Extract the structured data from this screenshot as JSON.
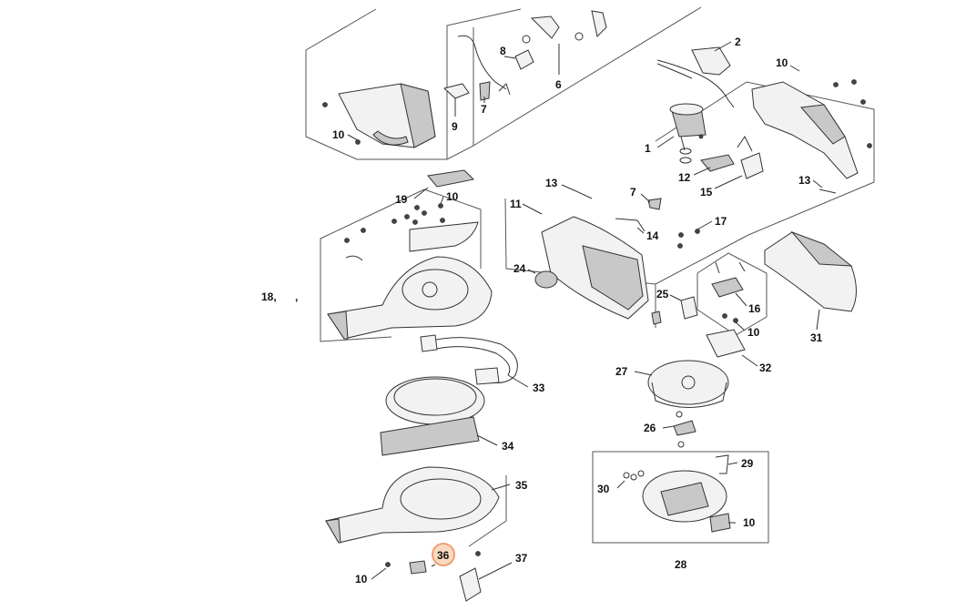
{
  "diagram": {
    "highlight_color": "#f0a070",
    "highlight_fill": "#fbd9c0",
    "labels": {
      "p1": "1",
      "p2": "2",
      "p6": "6",
      "p7a": "7",
      "p7b": "7",
      "p8": "8",
      "p9": "9",
      "p10a": "10",
      "p10b": "10",
      "p10c": "10",
      "p10d": "10",
      "p10e": "10",
      "p10f": "10",
      "p11": "11",
      "p12": "12",
      "p13a": "13",
      "p13b": "13",
      "p14": "14",
      "p15": "15",
      "p16": "16",
      "p17": "17",
      "p18": "18,",
      "p18b": ",",
      "p19": "19",
      "p24": "24",
      "p25": "25",
      "p26": "26",
      "p27": "27",
      "p28": "28",
      "p29": "29",
      "p30": "30",
      "p31": "31",
      "p32": "32",
      "p33": "33",
      "p34": "34",
      "p35": "35",
      "p36": "36",
      "p37": "37"
    }
  }
}
